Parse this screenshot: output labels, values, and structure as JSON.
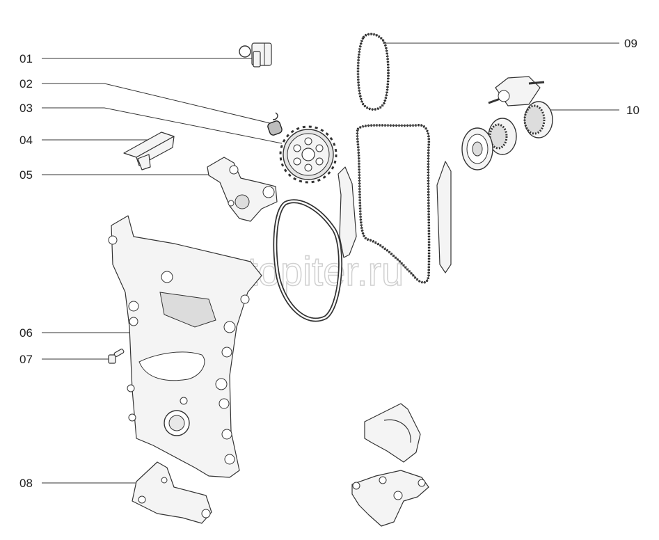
{
  "callouts": [
    {
      "id": "01",
      "label": "01"
    },
    {
      "id": "02",
      "label": "02"
    },
    {
      "id": "03",
      "label": "03"
    },
    {
      "id": "04",
      "label": "04"
    },
    {
      "id": "05",
      "label": "05"
    },
    {
      "id": "06",
      "label": "06"
    },
    {
      "id": "07",
      "label": "07"
    },
    {
      "id": "08",
      "label": "08"
    },
    {
      "id": "09",
      "label": "09"
    },
    {
      "id": "10",
      "label": "10"
    }
  ],
  "watermark": "autopiter.ru"
}
